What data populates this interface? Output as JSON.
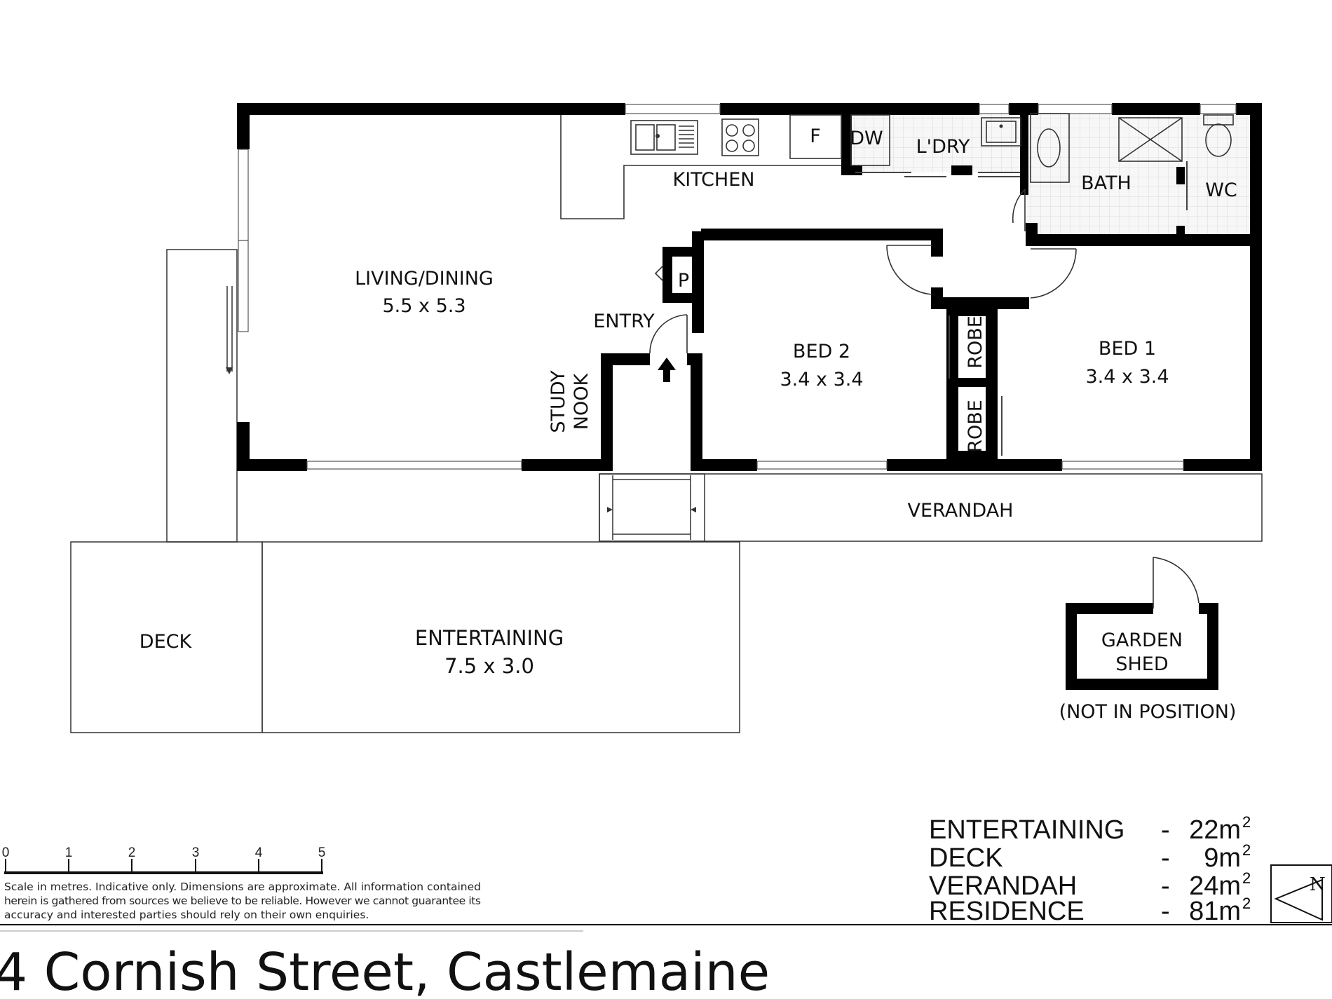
{
  "rooms": {
    "living": {
      "name": "LIVING/DINING",
      "dims": "5.5 x 5.3"
    },
    "kitchen": {
      "name": "KITCHEN"
    },
    "fridge": {
      "name": "F"
    },
    "dishwasher": {
      "name": "DW"
    },
    "laundry": {
      "name": "L'DRY"
    },
    "bath": {
      "name": "BATH"
    },
    "wc": {
      "name": "WC"
    },
    "pantry": {
      "name": "P"
    },
    "entry": {
      "name": "ENTRY"
    },
    "study": {
      "line1": "STUDY",
      "line2": "NOOK"
    },
    "bed2": {
      "name": "BED 2",
      "dims": "3.4 x 3.4"
    },
    "bed1": {
      "name": "BED 1",
      "dims": "3.4 x 3.4"
    },
    "robe_upper": {
      "name": "ROBE"
    },
    "robe_lower": {
      "name": "ROBE"
    },
    "verandah": {
      "name": "VERANDAH"
    },
    "deck": {
      "name": "DECK"
    },
    "entertaining": {
      "name": "ENTERTAINING",
      "dims": "7.5 x 3.0"
    },
    "shed": {
      "line1": "GARDEN",
      "line2": "SHED",
      "note": "(NOT IN POSITION)"
    }
  },
  "areas": [
    {
      "label": "ENTERTAINING",
      "dash": "-",
      "value": "22m",
      "sup": "2"
    },
    {
      "label": "DECK",
      "dash": "-",
      "value": "9m",
      "sup": "2"
    },
    {
      "label": "VERANDAH",
      "dash": "-",
      "value": "24m",
      "sup": "2"
    },
    {
      "label": "RESIDENCE",
      "dash": "-",
      "value": "81m",
      "sup": "2"
    }
  ],
  "scale": {
    "ticks": [
      "0",
      "1",
      "2",
      "3",
      "4",
      "5"
    ],
    "disclaimer": [
      "Scale in metres. Indicative only. Dimensions are approximate. All information contained",
      "herein is gathered from sources we believe to be reliable. However we cannot guarantee its",
      "accuracy and interested parties should rely on their own enquiries."
    ]
  },
  "compass": {
    "label": "N"
  },
  "title": "4 Cornish Street, Castlemaine"
}
